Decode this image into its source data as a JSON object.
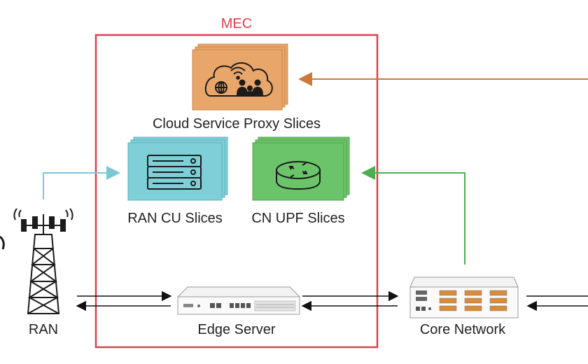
{
  "mec": {
    "label": "MEC",
    "border_color": "#d9414f"
  },
  "slices": {
    "cloud_service_proxy": {
      "label": "Cloud Service Proxy Slices",
      "color": "#e9a66a"
    },
    "ran_cu": {
      "label": "RAN CU Slices",
      "color": "#7fcfd8"
    },
    "cn_upf": {
      "label": "CN UPF Slices",
      "color": "#6cc46a"
    }
  },
  "nodes": {
    "ran": {
      "label": "RAN"
    },
    "edge_server": {
      "label": "Edge Server"
    },
    "core_network": {
      "label": "Core Network"
    }
  },
  "connector_colors": {
    "cloud": "#cc7a3c",
    "ran": "#7cc7d1",
    "upf": "#4caf50",
    "data": "#111111"
  }
}
